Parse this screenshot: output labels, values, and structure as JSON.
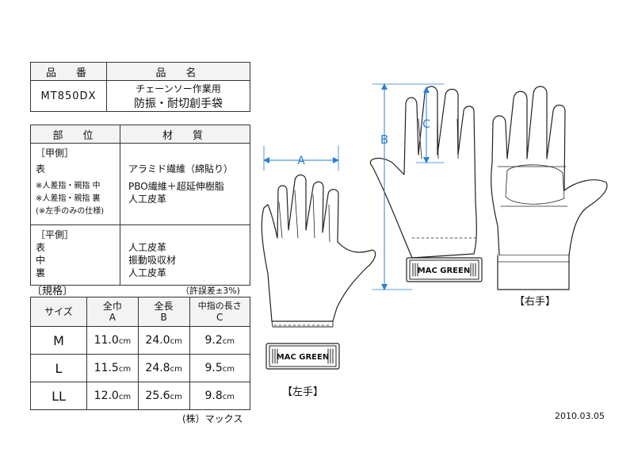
{
  "product_table": {
    "headers": [
      "品　番",
      "品　名"
    ],
    "code": "MT850DX",
    "name_line1": "チェーンソー作業用",
    "name_line2": "防振・耐切創手袋"
  },
  "material_table": {
    "headers": [
      "部　位",
      "材　質"
    ],
    "back_section": {
      "title": "［甲側］",
      "parts": [
        "表",
        "※人差指・親指 中",
        "※人差指・親指 裏",
        "(※左手のみの仕様)"
      ],
      "materials": [
        "アラミド繊維（綿貼り）",
        "PBO繊維＋超延伸樹脂",
        "人工皮革"
      ]
    },
    "palm_section": {
      "title": "［平側］",
      "parts": [
        "表",
        "中",
        "裏"
      ],
      "materials": [
        "人工皮革",
        "振動吸収材",
        "人工皮革"
      ]
    }
  },
  "spec": {
    "title": "〔規格〕",
    "tolerance": "（許誤差±3%)",
    "headers": [
      {
        "label": "サイズ",
        "sub": ""
      },
      {
        "label": "全巾",
        "sub": "A"
      },
      {
        "label": "全長",
        "sub": "B"
      },
      {
        "label": "中指の長さ",
        "sub": "C"
      }
    ],
    "unit": "cm",
    "rows": [
      {
        "size": "M",
        "a": "11.0",
        "b": "24.0",
        "c": "9.2"
      },
      {
        "size": "L",
        "a": "11.5",
        "b": "24.8",
        "c": "9.5"
      },
      {
        "size": "LL",
        "a": "12.0",
        "b": "25.6",
        "c": "9.8"
      }
    ]
  },
  "company": "(株）マックス",
  "date": "2010.03.05",
  "diagram": {
    "brand": "MAC GREEN",
    "dim_a": "A",
    "dim_b": "B",
    "dim_c": "C",
    "left_label": "【左手】",
    "right_label": "【右手】",
    "dim_color": "#2a7fd4"
  }
}
